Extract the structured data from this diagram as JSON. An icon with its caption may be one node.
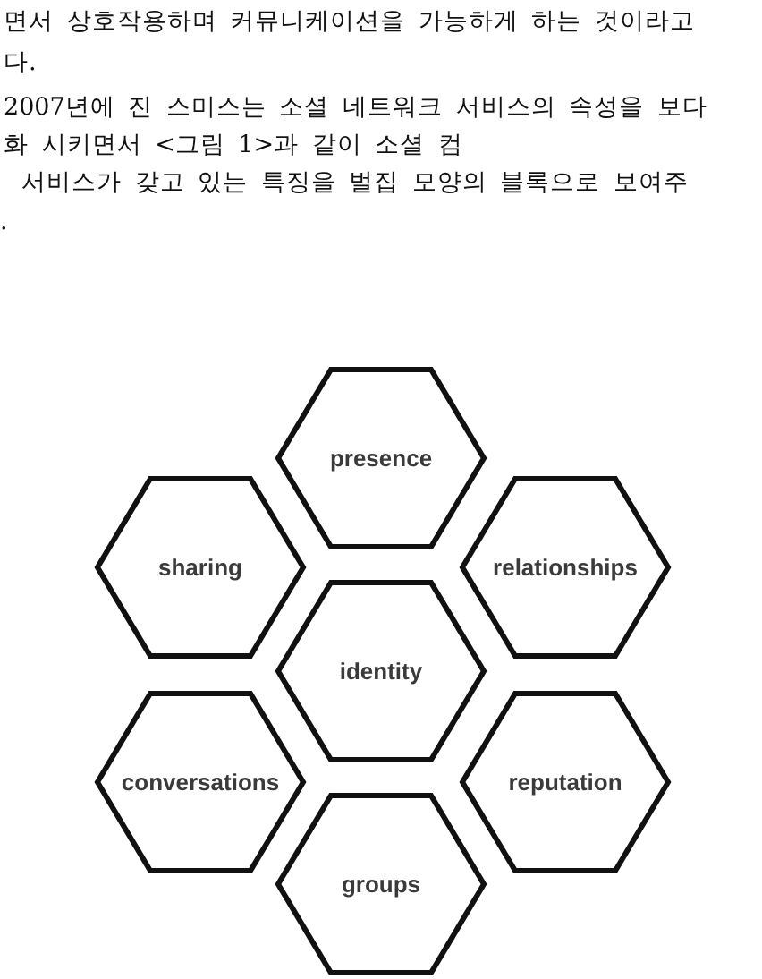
{
  "diagram": {
    "nodes": [
      {
        "text": [
          "presence"
        ]
      },
      {
        "text": [
          "sharing"
        ]
      },
      {
        "text": [
          "relationships"
        ]
      },
      {
        "text": [
          "identity"
        ]
      },
      {
        "text": [
          "conversations"
        ]
      },
      {
        "text": [
          "reputation"
        ]
      },
      {
        "text": [
          "groups"
        ]
      }
    ],
    "labels": [
      "면서 상호작용하며 커뮤니케이션을 가능하게 하는 것이라고",
      "다.",
      "2007년에 진 스미스는 소셜 네트워크 서비스의 속성을 보다",
      "화 시키면서 <그림 1>과 같이 소셜 컴",
      "서비스가 갖고 있는 특징을 벌집 모양의 블록으로 보여주",
      "."
    ]
  }
}
